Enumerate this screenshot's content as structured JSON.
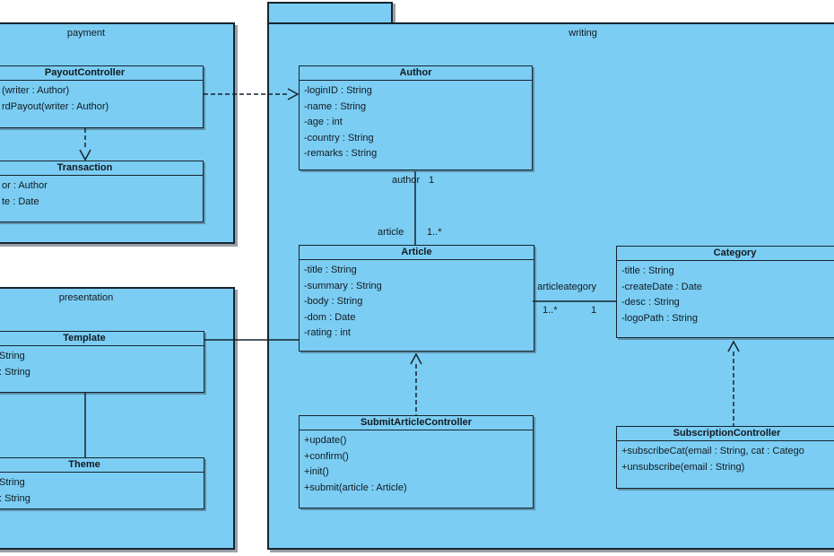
{
  "packages": {
    "payment": {
      "label": "payment"
    },
    "presentation": {
      "label": "presentation"
    },
    "writing": {
      "label": "writing"
    }
  },
  "classes": {
    "payout_controller": {
      "name": "PayoutController",
      "members": [
        "(writer : Author)",
        "rdPayout(writer : Author)"
      ]
    },
    "transaction": {
      "name": "Transaction",
      "members": [
        "or : Author",
        "te : Date"
      ]
    },
    "template": {
      "name": "Template",
      "members": [
        "String",
        ": String"
      ]
    },
    "theme": {
      "name": "Theme",
      "members": [
        "String",
        ": String"
      ]
    },
    "author": {
      "name": "Author",
      "members": [
        "-loginID : String",
        "-name : String",
        "-age : int",
        "-country : String",
        "-remarks : String"
      ]
    },
    "article": {
      "name": "Article",
      "members": [
        "-title : String",
        "-summary : String",
        "-body : String",
        "-dom : Date",
        "-rating : int"
      ]
    },
    "category": {
      "name": "Category",
      "members": [
        "-title : String",
        "-createDate : Date",
        "-desc : String",
        "-logoPath : String"
      ]
    },
    "submit_article_controller": {
      "name": "SubmitArticleController",
      "members": [
        "+update()",
        "+confirm()",
        "+init()",
        "+submit(article : Article)"
      ]
    },
    "subscription_controller": {
      "name": "SubscriptionController",
      "members": [
        "+subscribeCat(email : String, cat : Catego",
        "+unsubscribe(email : String)"
      ]
    }
  },
  "labels": {
    "author_role": "author",
    "author_mult": "1",
    "article_role": "article",
    "article_mult": "1..*",
    "article_category_assoc": "articleategory",
    "category_assoc_mult_left": "1..*",
    "category_assoc_mult_right": "1"
  },
  "colors": {
    "fill": "#7bcdf3",
    "border": "#17242e",
    "shadow": "#9aa0a6"
  }
}
